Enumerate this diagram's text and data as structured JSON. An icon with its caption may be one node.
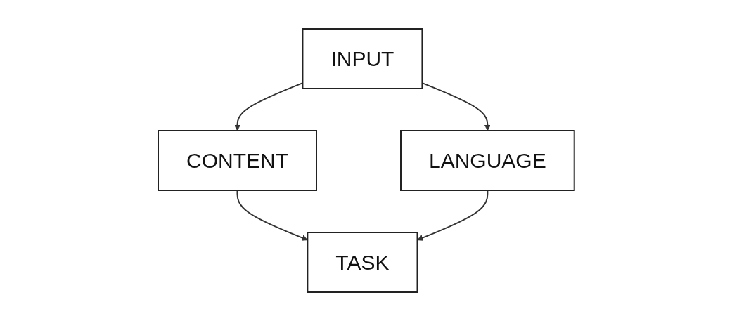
{
  "diagram": {
    "nodes": [
      {
        "text": [
          "INPUT"
        ]
      },
      {
        "text": [
          "CONTENT"
        ]
      },
      {
        "text": [
          "LANGUAGE"
        ]
      },
      {
        "text": [
          "TASK"
        ]
      }
    ],
    "edges": [
      {
        "from": 0,
        "to": 1,
        "arrow": "to"
      },
      {
        "from": 0,
        "to": 2,
        "arrow": "to"
      },
      {
        "from": 1,
        "to": 3,
        "arrow": "to"
      },
      {
        "from": 2,
        "to": 3,
        "arrow": "to"
      }
    ]
  }
}
